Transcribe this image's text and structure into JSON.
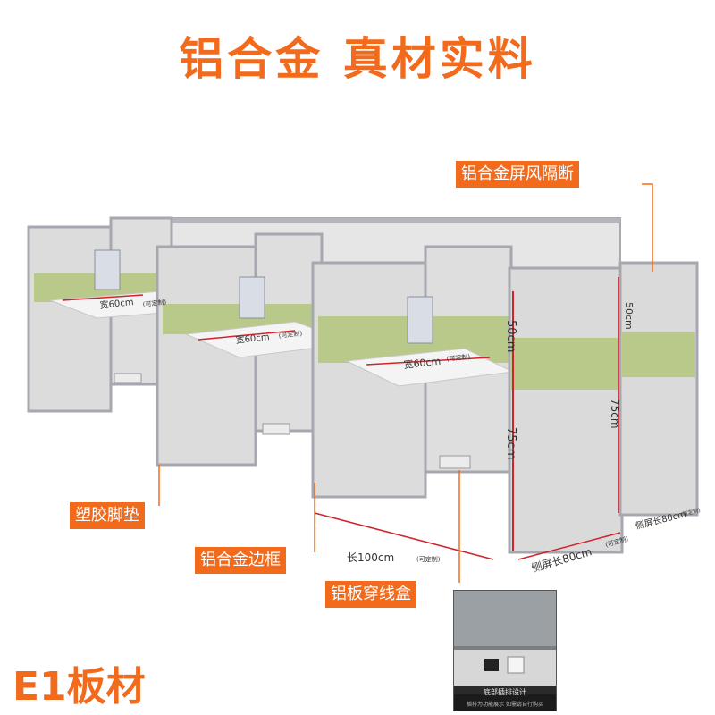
{
  "title": "铝合金 真材实料",
  "callouts": {
    "screen_partition": "铝合金屏风隔断",
    "plastic_foot": "塑胶脚垫",
    "alloy_frame": "铝合金边框",
    "cable_box": "铝板穿线盒"
  },
  "dimensions": {
    "desk_width_1": "宽60cm",
    "desk_width_2": "宽60cm",
    "desk_width_3": "宽60cm",
    "customizable": "(可定制)",
    "upper_height": "50cm",
    "lower_height": "75cm",
    "upper_height_right": "50cm",
    "lower_height_right": "75cm",
    "length": "长100cm",
    "side_length": "侧屏长80cm",
    "side_length_right": "侧屏长80cm"
  },
  "badge": "E1板材",
  "inset": {
    "caption": "底部插排设计",
    "subcaption": "插排为功能展示 如需请自行购买"
  },
  "colors": {
    "accent": "#f26a1b",
    "panel": "#dcdcdc",
    "band": "#b9c98a",
    "frame": "#b0b0b8",
    "dimension_line": "#d0232a"
  }
}
